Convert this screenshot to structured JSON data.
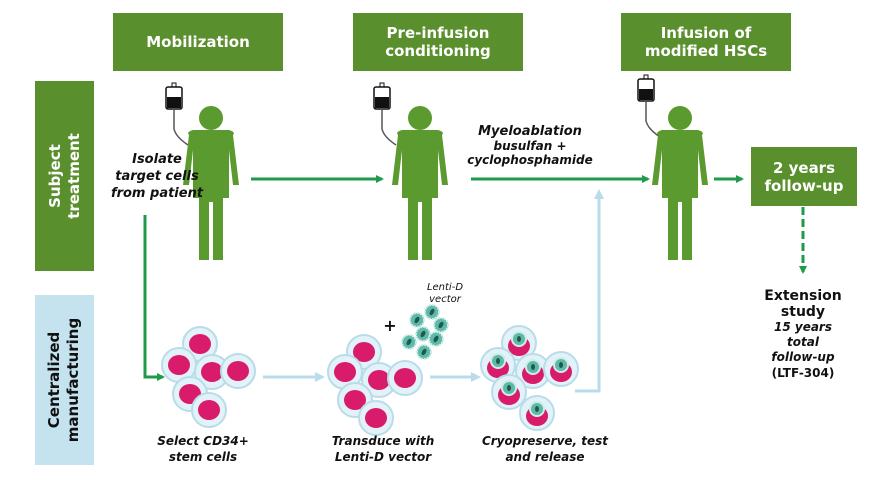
{
  "phases": {
    "mobilization": "Mobilization",
    "pre_infusion": "Pre-infusion\nconditioning",
    "infusion": "Infusion of\nmodified HSCs"
  },
  "rows": {
    "subject_treatment": "Subject\ntreatment",
    "centralized_manufacturing": "Centralized\nmanufacturing"
  },
  "steps": {
    "isolate": "Isolate\ntarget cells\nfrom patient",
    "myeloablation_title": "Myeloablation",
    "myeloablation_detail": "busulfan +\ncyclophosphamide",
    "follow_up": "2 years\nfollow-up",
    "extension_title": "Extension\nstudy",
    "extension_detail": "15 years\ntotal\nfollow-up",
    "extension_code": "(LTF-304)",
    "select_cells": "Select CD34+\nstem cells",
    "transduce": "Transduce with\nLenti-D vector",
    "cryopreserve": "Cryopreserve, test\nand release",
    "vector_label": "Lenti-D\nvector",
    "plus": "+"
  },
  "colors": {
    "green_box": "#5a8f2e",
    "green_arrow": "#1e9a4a",
    "blue_box": "#c5e3ef",
    "blue_arrow": "#b8dcea",
    "cell_magenta": "#d81b6a",
    "vector_teal": "#5fb8a8"
  }
}
